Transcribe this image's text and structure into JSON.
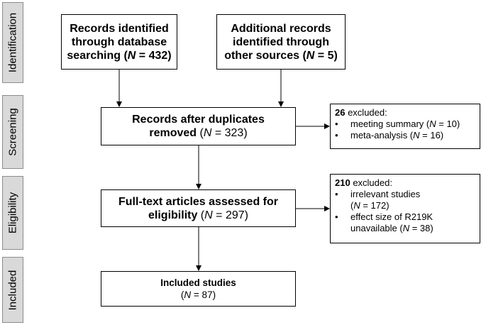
{
  "phases": {
    "identification": "Identification",
    "screening": "Screening",
    "eligibility": "Eligibility",
    "included": "Included"
  },
  "db_records": {
    "line1": "Records identified",
    "line2": "through database",
    "line3_prefix": "searching (",
    "n_symbol": "N",
    "line3_suffix": " = 432)"
  },
  "other_records": {
    "line1": "Additional records",
    "line2": "identified through",
    "line3_prefix": "other sources (",
    "n_symbol": "N",
    "line3_suffix": " = 5)"
  },
  "after_duplicates": {
    "line1": "Records after duplicates",
    "line2_bold": "removed",
    "line2_prefix": " (",
    "n_symbol": "N",
    "line2_suffix": " = 323)"
  },
  "screen_excluded": {
    "count": "26",
    "label": " excluded:",
    "items": [
      {
        "text": "meeting summary (",
        "n": "N",
        "suffix": " = 10)"
      },
      {
        "text": "meta-analysis (",
        "n": "N",
        "suffix": " = 16)"
      }
    ]
  },
  "fulltext": {
    "line1": "Full-text articles assessed for",
    "line2_bold": "eligibility",
    "line2_prefix": " (",
    "n_symbol": "N",
    "line2_suffix": " = 297)"
  },
  "elig_excluded": {
    "count": "210",
    "label": " excluded:",
    "item1_line1": "irrelevant studies",
    "item1_line2_prefix": "(",
    "item1_n": "N",
    "item1_line2_suffix": " = 172)",
    "item2_line1": "effect size of R219K",
    "item2_line2_prefix": "unavailable (",
    "item2_n": "N",
    "item2_line2_suffix": " = 38)"
  },
  "included": {
    "line1": "Included studies",
    "line2_prefix": "(",
    "n_symbol": "N",
    "line2_suffix": " = 87)"
  }
}
